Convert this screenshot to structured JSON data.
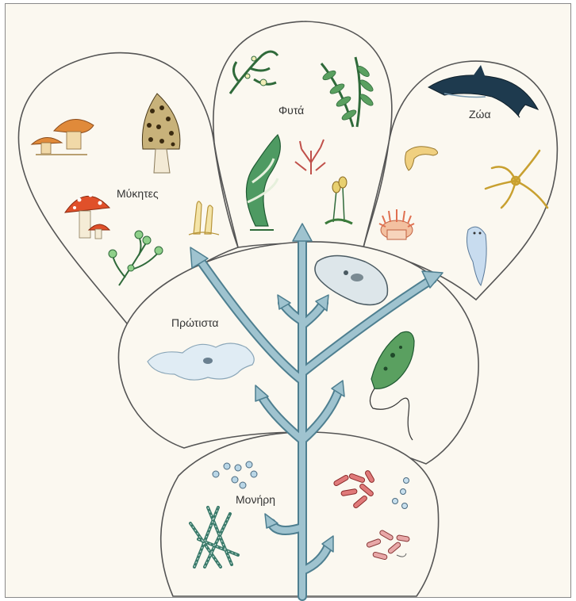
{
  "kingdoms": {
    "fungi": {
      "label": "Μύκητες"
    },
    "plants": {
      "label": "Φυτά"
    },
    "animals": {
      "label": "Ζώα"
    },
    "protists": {
      "label": "Πρώτιστα"
    },
    "monera": {
      "label": "Μονήρη"
    }
  },
  "colors": {
    "background": "#fbf8f0",
    "outline": "#555555",
    "tree": "#9fc3cf",
    "tree_edge": "#4e7f90"
  },
  "icons": [
    "mushroom-icon",
    "morel-icon",
    "mold-icon",
    "seaweed-icon",
    "fern-icon",
    "moss-icon",
    "dolphin-icon",
    "brittle-star-icon",
    "sea-anemone-icon",
    "paramecium-icon",
    "amoeba-icon",
    "euglena-icon",
    "bacteria-icon",
    "cyanobacteria-icon"
  ]
}
